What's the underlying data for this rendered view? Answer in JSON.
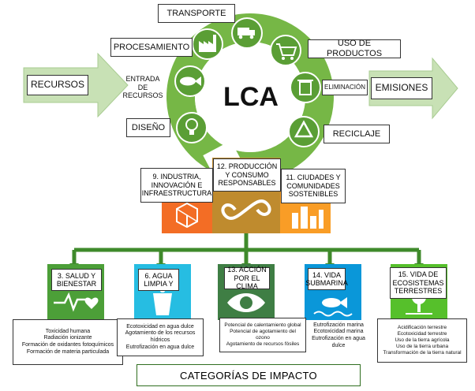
{
  "center": {
    "label": "LCA"
  },
  "inputs": {
    "recursos": "RECURSOS",
    "entrada": "ENTRADA DE RECURSOS"
  },
  "outputs": {
    "emisiones": "EMISIONES",
    "eliminacion": "ELIMINACIÓN"
  },
  "stages": {
    "transporte": "TRANSPORTE",
    "procesamiento": "PROCESAMIENTO",
    "uso": "USO DE PRODUCTOS",
    "diseno": "DISEÑO",
    "reciclaje": "RECICLAJE"
  },
  "sdg_top": [
    {
      "label": "9. INDUSTRIA, INNOVACIÓN E INFRAESTRUCTURA",
      "color": "#f36d25"
    },
    {
      "label": "12. PRODUCCIÓN Y CONSUMO RESPONSABLES",
      "color": "#bf8b2e"
    },
    {
      "label": "11. CIUDADES Y COMUNIDADES SOSTENIBLES",
      "color": "#f99d26"
    }
  ],
  "sdg_bottom": [
    {
      "label": "3. SALUD Y BIENESTAR",
      "color": "#4c9f38",
      "impacts": [
        "Toxicidad humana",
        "Radiación ionizante",
        "Formación de oxidantes fotoquímicos",
        "Formación de materia particulada"
      ]
    },
    {
      "label": "6. AGUA LIMPIA Y",
      "color": "#26bde2",
      "impacts": [
        "Ecotoxicidad en agua dulce",
        "Agotamiento de los recursos hídricos",
        "Eutrofización en agua dulce"
      ]
    },
    {
      "label": "13. ACCIÓN POR EL CLIMA",
      "color": "#3f7e44",
      "impacts": [
        "Potencial de calentamiento global Potencial de agotamiento del ozono",
        "Agotamiento de recursos fósiles"
      ]
    },
    {
      "label": "14. VIDA SUBMARINA",
      "color": "#0a97d9",
      "impacts": [
        "Eutrofización marina",
        "Ecotoxicidad marina",
        "Eutrofización en agua dulce"
      ]
    },
    {
      "label": "15. VIDA DE ECOSISTEMAS TERRESTRES",
      "color": "#56c02b",
      "impacts": [
        "Acidificación terrestre",
        "Ecotoxicidad terrestre",
        "Uso de la tierra agrícola",
        "Uso de la tierra urbana Transformación de la tierra natural"
      ]
    }
  ],
  "footer": {
    "title": "CATEGORÍAS DE IMPACTO"
  },
  "colors": {
    "green": "#6fb43f",
    "dark_green": "#2f6e1f",
    "arrow": "#c5deb0"
  }
}
